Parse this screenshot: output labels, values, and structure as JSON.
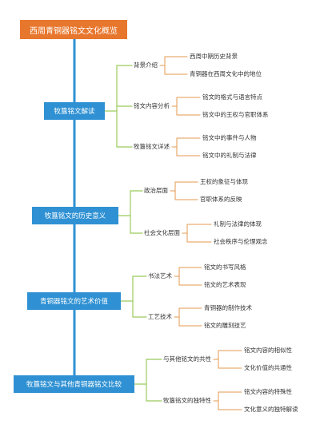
{
  "title": "西周青铜器铭文文化概览",
  "sections": [
    {
      "label": "牧簋铭文解读",
      "groups": [
        {
          "label": "背景介绍",
          "items": [
            "西周中期历史背景",
            "青铜器在西周文化中的地位"
          ]
        },
        {
          "label": "铭文内容分析",
          "items": [
            "铭文的格式与语言特点",
            "铭文中的王权与官职体系"
          ]
        },
        {
          "label": "牧簋铭文详述",
          "items": [
            "铭文中的事件与人物",
            "铭文中的礼制与法律"
          ]
        }
      ]
    },
    {
      "label": "牧簋铭文的历史意义",
      "groups": [
        {
          "label": "政治层面",
          "items": [
            "王权的象征与体现",
            "官职体系的反映"
          ]
        },
        {
          "label": "社会文化层面",
          "items": [
            "礼制与法律的体现",
            "社会秩序与伦理观念"
          ]
        }
      ]
    },
    {
      "label": "青铜器铭文的艺术价值",
      "groups": [
        {
          "label": "书法艺术",
          "items": [
            "铭文的书写风格",
            "铭文的艺术表现"
          ]
        },
        {
          "label": "工艺技术",
          "items": [
            "青铜器的制作技术",
            "铭文的雕刻技艺"
          ]
        }
      ]
    },
    {
      "label": "牧簋铭文与其他青铜器铭文比较",
      "groups": [
        {
          "label": "与其他铭文的共性",
          "items": [
            "铭文内容的相似性",
            "文化价值的共通性"
          ]
        },
        {
          "label": "牧簋铭文的独特性",
          "items": [
            "铭文内容的特殊性",
            "文化意义的独特解读"
          ]
        }
      ]
    }
  ],
  "colors": {
    "root": "#e8772e",
    "branch": "#2f91d3",
    "line_main": "#2f91d3",
    "line_sub": "#9acb5c",
    "line_leaf": "#e39a4f"
  }
}
